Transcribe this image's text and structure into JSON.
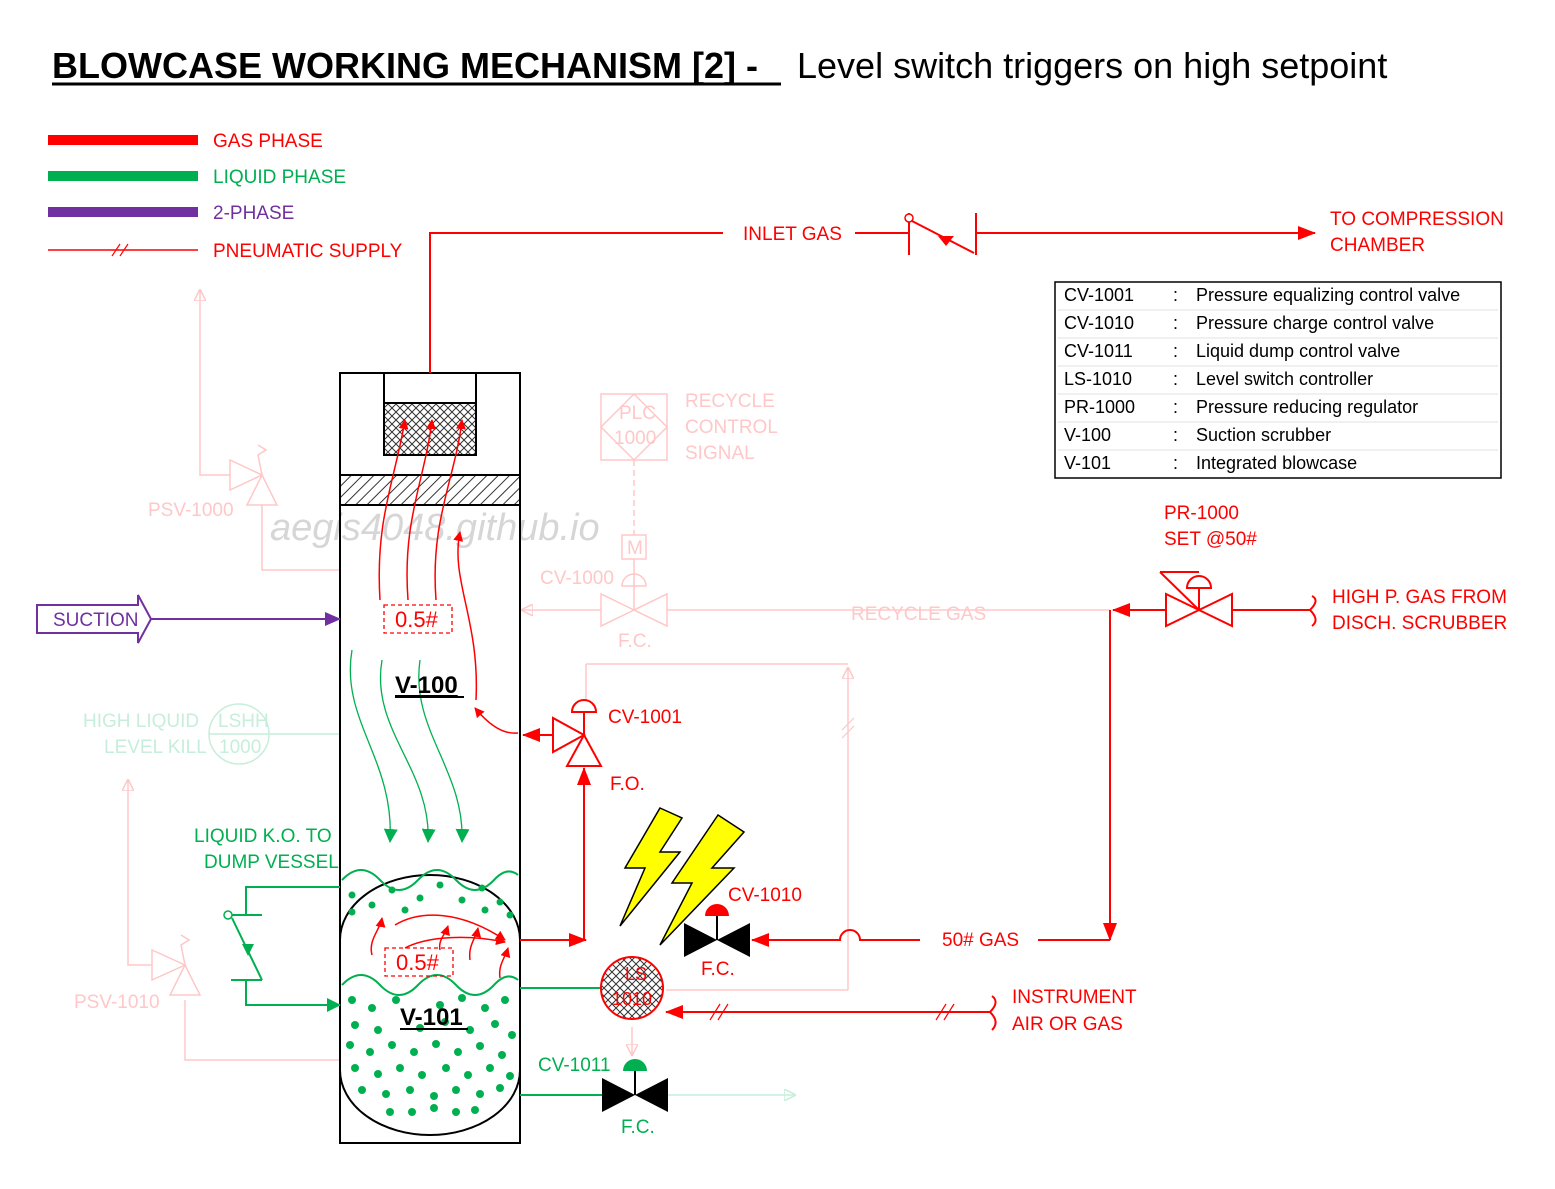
{
  "title": {
    "main": "BLOWCASE WORKING MECHANISM [2] -",
    "sub": "Level switch triggers on high setpoint"
  },
  "legend": [
    {
      "label": "GAS PHASE",
      "color": "#ff0000"
    },
    {
      "label": "LIQUID PHASE",
      "color": "#00b050"
    },
    {
      "label": "2-PHASE",
      "color": "#7030a0"
    },
    {
      "label": "PNEUMATIC SUPPLY",
      "color": "#ff0000"
    }
  ],
  "flow_labels": {
    "inlet_gas": "INLET GAS",
    "to_compression_1": "TO COMPRESSION",
    "to_compression_2": "CHAMBER",
    "suction": "SUCTION",
    "recycle_gas": "RECYCLE GAS",
    "recycle_control_1": "RECYCLE",
    "recycle_control_2": "CONTROL",
    "recycle_control_3": "SIGNAL",
    "high_p_gas_1": "HIGH P. GAS FROM",
    "high_p_gas_2": "DISCH. SCRUBBER",
    "gas_50": "50# GAS",
    "instrument_1": "INSTRUMENT",
    "instrument_2": "AIR OR GAS",
    "liquid_ko_1": "LIQUID K.O. TO",
    "liquid_ko_2": "DUMP VESSEL",
    "high_liquid_1": "HIGH LIQUID",
    "high_liquid_2": "LEVEL KILL"
  },
  "equipment": {
    "v100": "V-100",
    "v101": "V-101",
    "pressure_v100": "0.5#",
    "pressure_v101": "0.5#",
    "plc_1": "PLC",
    "plc_2": "1000",
    "lshh_1": "LSHH",
    "lshh_2": "1000",
    "ls_1": "LS",
    "ls_2": "1010",
    "m": "M"
  },
  "valves": {
    "psv1000": "PSV-1000",
    "psv1010": "PSV-1010",
    "cv1000": "CV-1000",
    "cv1000_fail": "F.C.",
    "cv1001": "CV-1001",
    "cv1001_fail": "F.O.",
    "cv1010": "CV-1010",
    "cv1010_fail": "F.C.",
    "cv1011": "CV-1011",
    "cv1011_fail": "F.C.",
    "pr1000_1": "PR-1000",
    "pr1000_2": "SET @50#"
  },
  "watermark": "aegis4048.github.io",
  "tag_table": [
    {
      "tag": "CV-1001",
      "sep": ":",
      "desc": "Pressure equalizing control valve"
    },
    {
      "tag": "CV-1010",
      "sep": ":",
      "desc": "Pressure charge control valve"
    },
    {
      "tag": "CV-1011",
      "sep": ":",
      "desc": "Liquid dump control valve"
    },
    {
      "tag": "LS-1010",
      "sep": ":",
      "desc": "Level switch controller"
    },
    {
      "tag": "PR-1000",
      "sep": ":",
      "desc": "Pressure reducing regulator"
    },
    {
      "tag": "V-100",
      "sep": ":",
      "desc": "Suction scrubber"
    },
    {
      "tag": "V-101",
      "sep": ":",
      "desc": "Integrated blowcase"
    }
  ],
  "colors": {
    "gas": "#ff0000",
    "liquid": "#00b050",
    "two_phase": "#7030a0",
    "faded_gas": "#ffc7c7",
    "faded_liquid": "#c6eedb",
    "lightning": "#ffff00"
  }
}
